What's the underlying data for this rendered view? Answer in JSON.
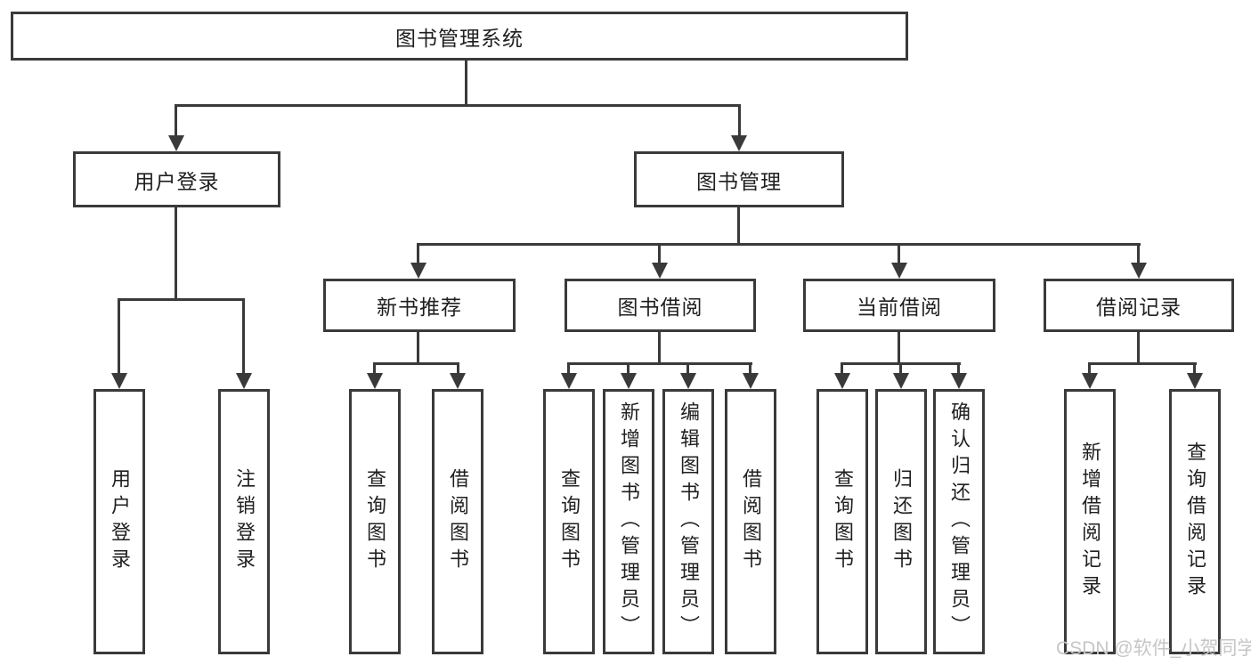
{
  "nodes": {
    "root": "图书管理系统",
    "user_login": "用户登录",
    "book_mgmt": "图书管理",
    "new_book_rec": "新书推荐",
    "book_borrow": "图书借阅",
    "current_borrow": "当前借阅",
    "borrow_record": "借阅记录",
    "leaf_user_login": "用户登录",
    "leaf_logout": "注销登录",
    "leaf_query_book_1": "查询图书",
    "leaf_borrow_book_1": "借阅图书",
    "leaf_query_book_2": "查询图书",
    "leaf_add_book": "新增图书（管理员）",
    "leaf_edit_book": "编辑图书（管理员）",
    "leaf_borrow_book_2": "借阅图书",
    "leaf_query_book_3": "查询图书",
    "leaf_return_book": "归还图书",
    "leaf_confirm_return": "确认归还（管理员）",
    "leaf_add_borrow_record": "新增借阅记录",
    "leaf_query_borrow_record": "查询借阅记录"
  },
  "watermark": "CSDN @软件_小贺同学",
  "colors": {
    "line": "#3a3a3a",
    "text": "#1f1f1f",
    "watermark": "#c6c6c6",
    "background": "#ffffff"
  }
}
